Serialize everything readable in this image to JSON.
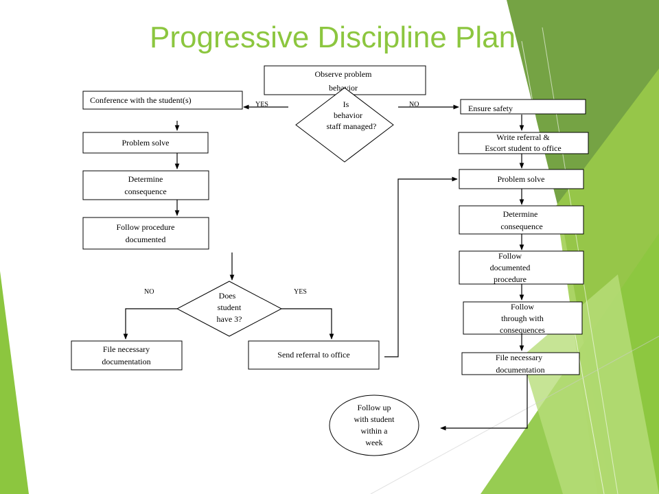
{
  "title": "Progressive Discipline Plan",
  "colors": {
    "title": "#8cc63f",
    "accent_dark": "#6e9e3a",
    "accent_light": "#b8dd7a",
    "accent_mid": "#9ccc4a"
  },
  "nodes": {
    "observe": [
      "Observe problem",
      "behavior"
    ],
    "decision_staff": [
      "Is",
      "behavior",
      "staff managed?"
    ],
    "conference": [
      "Conference with the student(s)"
    ],
    "ensure_safety": [
      "Ensure safety"
    ],
    "problem_solve_left": [
      "Problem solve"
    ],
    "determine_left": [
      "Determine",
      "consequence"
    ],
    "follow_procedure_left": [
      "Follow procedure",
      "documented"
    ],
    "decision_three": [
      "Does",
      "student",
      "have 3?"
    ],
    "file_left": [
      "File necessary",
      "documentation"
    ],
    "send_referral": [
      "Send referral to office"
    ],
    "write_referral": [
      "Write referral &",
      "Escort student to office"
    ],
    "problem_solve_right": [
      "Problem solve"
    ],
    "determine_right": [
      "Determine",
      "consequence"
    ],
    "follow_documented_right": [
      "Follow",
      "documented",
      "procedure"
    ],
    "follow_through": [
      "Follow",
      "through with",
      "consequences"
    ],
    "file_right": [
      "File necessary",
      "documentation"
    ],
    "follow_up": [
      "Follow up",
      "with student",
      "within a",
      "week"
    ]
  },
  "edge_labels": {
    "staff_yes": "YES",
    "staff_no": "NO",
    "three_no": "NO",
    "three_yes": "YES"
  }
}
